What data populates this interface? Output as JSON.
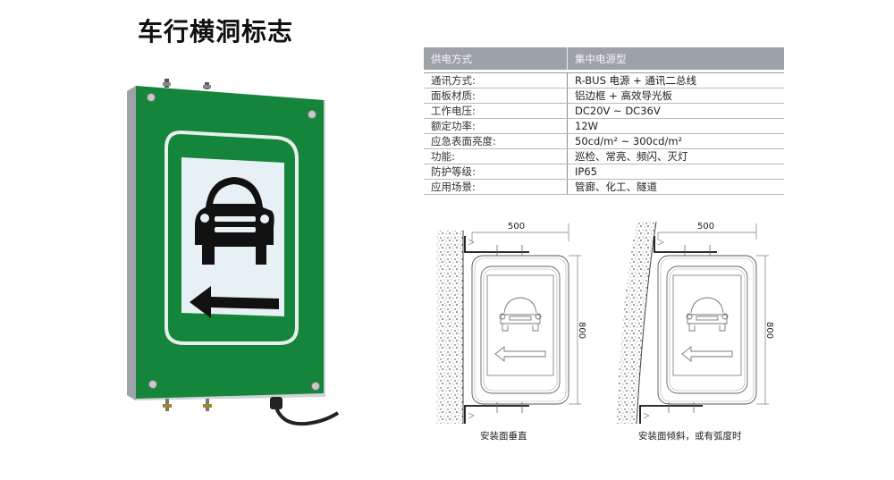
{
  "page": {
    "title": "车行横洞标志"
  },
  "spec_table": {
    "header": {
      "label": "供电方式",
      "value": "集中电源型"
    },
    "rows": [
      {
        "label": "通讯方式:",
        "value": "R-BUS 电源 + 通讯二总线"
      },
      {
        "label": "面板材质:",
        "value": "铝边框 + 高效导光板"
      },
      {
        "label": "工作电压:",
        "value": "DC20V ~ DC36V"
      },
      {
        "label": "额定功率:",
        "value": "12W"
      },
      {
        "label": "应急表面亮度:",
        "value": "50cd/m² ~ 300cd/m²"
      },
      {
        "label": "功能:",
        "value": "巡检、常亮、频闪、灭灯"
      },
      {
        "label": "防护等级:",
        "value": "IP65"
      },
      {
        "label": "应用场景:",
        "value": "管廊、化工、隧道"
      }
    ]
  },
  "product_image": {
    "sign_icons": [
      "car-front-icon",
      "arrow-left-icon"
    ],
    "colors": {
      "panel_green": "#14843a",
      "face_white": "#e8f1f5",
      "frame_silver": "#c9ccd0",
      "symbol_black": "#111111"
    }
  },
  "drawings": [
    {
      "width_label": "500",
      "height_label": "800",
      "caption": "安装面垂直"
    },
    {
      "width_label": "500",
      "height_label": "800",
      "caption": "安装面倾斜，或有弧度时"
    }
  ]
}
